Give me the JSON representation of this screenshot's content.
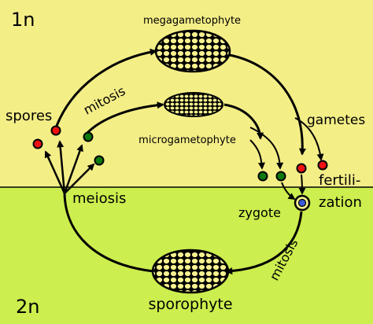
{
  "regions": {
    "haploid_label": "1n",
    "diploid_label": "2n",
    "haploid_color": "#f4ee87",
    "diploid_color": "#ccee4e"
  },
  "labels": {
    "megagametophyte": "megagametophyte",
    "microgametophyte": "microgametophyte",
    "spores": "spores",
    "mitosis_upper": "mitosis",
    "gametes": "gametes",
    "fertilization_line1": "fertili-",
    "fertilization_line2": "zation",
    "meiosis": "meiosis",
    "zygote": "zygote",
    "mitosis_lower": "mitosis",
    "sporophyte": "sporophyte"
  },
  "colors": {
    "cell_fill": "#f7f28f",
    "red_spore": "#ee1111",
    "green_spore": "#0e7a0e",
    "zygote_core": "#3a5bd6",
    "line": "#000000"
  }
}
